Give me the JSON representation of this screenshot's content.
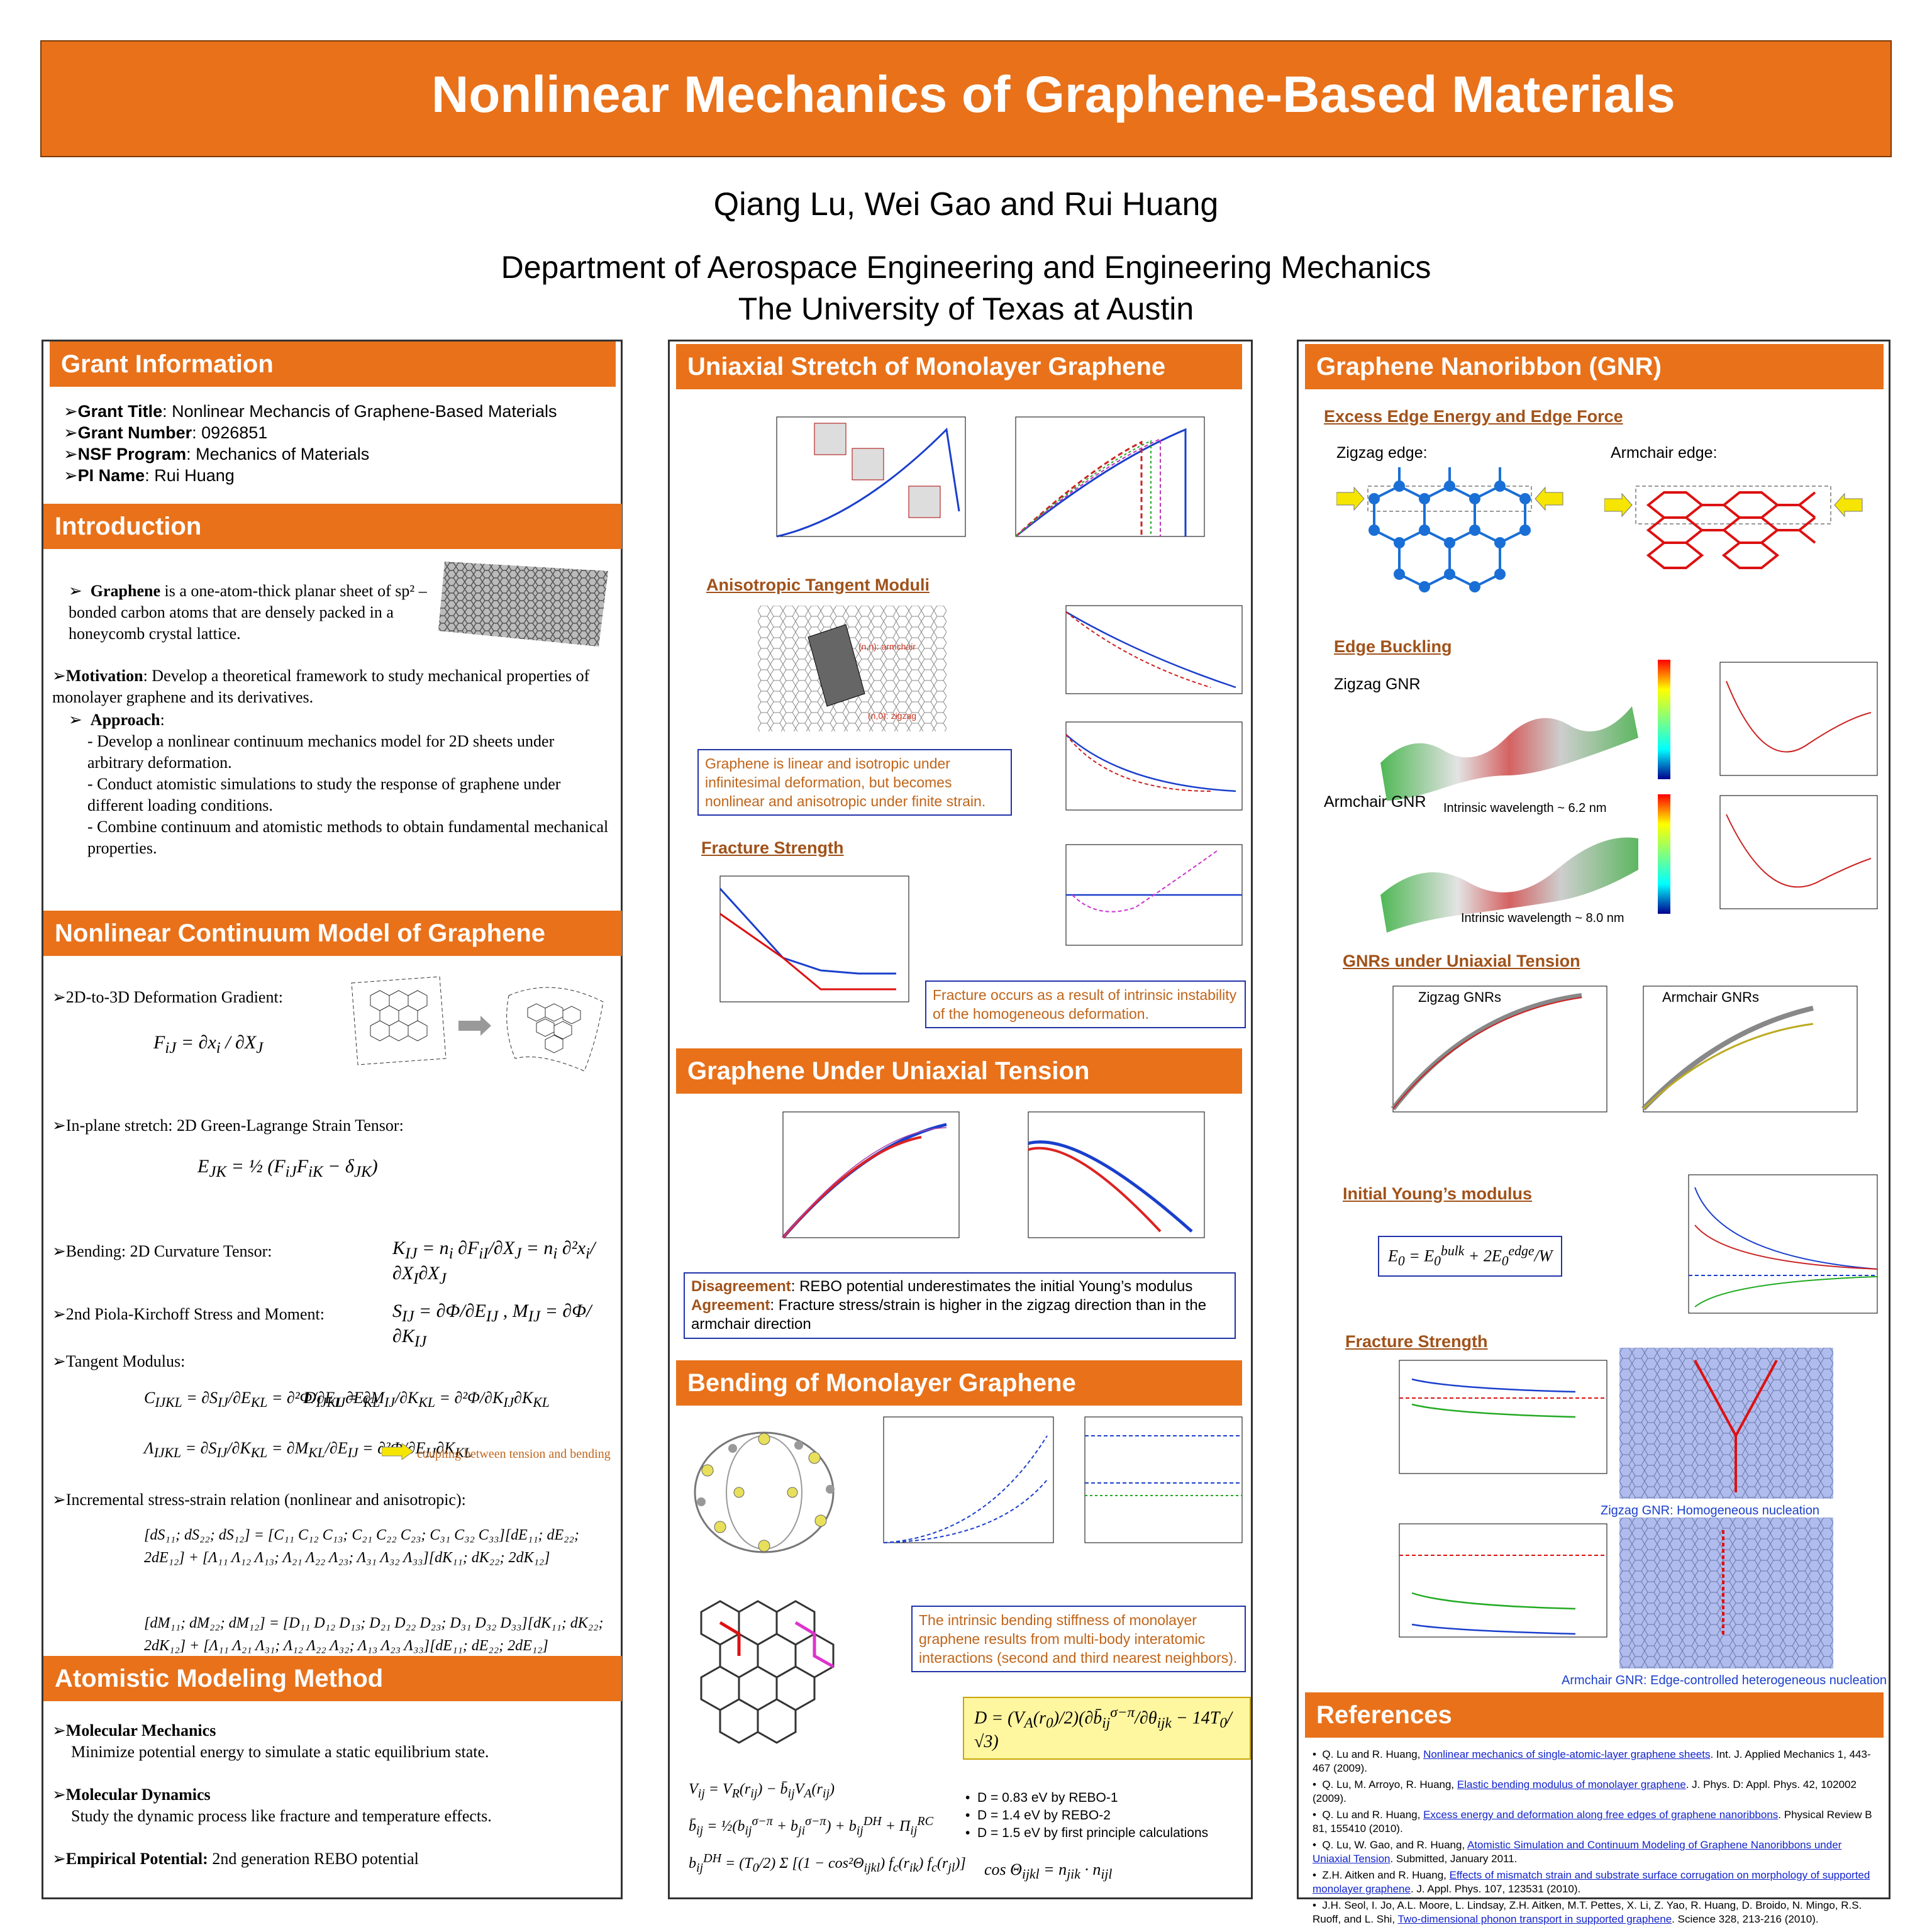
{
  "title": "Nonlinear Mechanics of Graphene-Based Materials",
  "authors": "Qiang Lu, Wei Gao and Rui Huang",
  "dept_line1": "Department of Aerospace Engineering and Engineering Mechanics",
  "dept_line2": "The University of Texas at Austin",
  "grant": {
    "heading": "Grant Information",
    "items": [
      {
        "label": "Grant Title",
        "value": ": Nonlinear Mechancis of Graphene-Based Materials"
      },
      {
        "label": "Grant Number",
        "value": ": 0926851"
      },
      {
        "label": "NSF Program",
        "value": ": Mechanics of Materials"
      },
      {
        "label": "PI Name",
        "value": ": Rui Huang"
      }
    ]
  },
  "intro": {
    "heading": "Introduction",
    "graphene_b": "Graphene",
    "graphene_t": " is a one-atom-thick planar sheet of sp² –bonded carbon atoms that are densely packed in a honeycomb crystal lattice.",
    "motivation_b": "Motivation",
    "motivation_t": ": Develop a theoretical framework to study mechanical properties of monolayer graphene and its derivatives.",
    "approach_b": "Approach",
    "approach_items": [
      "Develop a nonlinear continuum mechanics model for 2D sheets under arbitrary deformation.",
      "Conduct atomistic simulations to study the response of graphene under different loading conditions.",
      "Combine continuum and atomistic methods to obtain fundamental mechanical properties."
    ]
  },
  "continuum": {
    "heading": "Nonlinear Continuum Model of Graphene",
    "items": [
      "2D-to-3D Deformation Gradient:",
      "In-plane stretch: 2D Green-Lagrange Strain Tensor:",
      "Bending: 2D Curvature Tensor:",
      "2nd Piola-Kirchoff Stress and Moment:",
      "Tangent Modulus:",
      "Incremental stress-strain relation (nonlinear and anisotropic):"
    ],
    "coupling_note": "coupling between tension and bending"
  },
  "atomistic": {
    "heading": "Atomistic Modeling Method",
    "mm_b": "Molecular Mechanics",
    "mm_t": "Minimize potential energy to simulate a static equilibrium state.",
    "md_b": "Molecular Dynamics",
    "md_t": "Study the dynamic process like fracture and temperature effects.",
    "ep_b": "Empirical Potential:",
    "ep_t": " 2nd generation REBO potential"
  },
  "uniaxial": {
    "heading": "Uniaxial Stretch of Monolayer Graphene",
    "tangent_title": "Anisotropic Tangent Moduli",
    "armchair_lbl": "(n,n): armchair",
    "zigzag_lbl": "(n,0): zigzag",
    "note1": "Graphene is linear and isotropic under infinitesimal deformation, but becomes nonlinear and anisotropic under finite strain.",
    "fracture_title": "Fracture Strength",
    "note2": "Fracture occurs as a result of intrinsic instability of the homogeneous deformation."
  },
  "under_tension": {
    "heading": "Graphene Under Uniaxial Tension",
    "disagree_b": "Disagreement",
    "disagree_t": ": REBO potential underestimates the initial Young’s modulus",
    "agree_b": "Agreement",
    "agree_t": ": Fracture stress/strain is higher in the zigzag direction than in the armchair direction"
  },
  "bending": {
    "heading": "Bending of Monolayer Graphene",
    "note": "The intrinsic bending stiffness of monolayer graphene results from multi-body interatomic interactions (second and third nearest neighbors).",
    "values": [
      "D = 0.83 eV by REBO-1",
      "D = 1.4 eV by REBO-2",
      "D = 1.5 eV by first principle calculations"
    ]
  },
  "gnr": {
    "heading": "Graphene Nanoribbon (GNR)",
    "edge_energy_title": "Excess Edge Energy and Edge Force",
    "zigzag_edge": "Zigzag edge:",
    "armchair_edge": "Armchair edge:",
    "buckling_title": "Edge Buckling",
    "zigzag_gnr": "Zigzag GNR",
    "armchair_gnr": "Armchair GNR",
    "wavelength_z": "Intrinsic wavelength ~ 6.2 nm",
    "wavelength_a": "Intrinsic wavelength ~ 8.0 nm",
    "tension_title": "GNRs under Uniaxial Tension",
    "zig_gnrs": "Zigzag GNRs",
    "arm_gnrs": "Armchair GNRs",
    "young_title": "Initial Young’s modulus",
    "fracture_title": "Fracture Strength",
    "zig_nucleation": "Zigzag GNR: Homogeneous nucleation",
    "arm_nucleation": "Armchair GNR: Edge-controlled heterogeneous nucleation"
  },
  "references": {
    "heading": "References",
    "items": [
      {
        "pre": "Q. Lu and R. Huang, ",
        "link": "Nonlinear mechanics of single-atomic-layer graphene sheets",
        "post": ". Int. J. Applied Mechanics 1, 443-467 (2009)."
      },
      {
        "pre": "Q. Lu, M. Arroyo, R. Huang, ",
        "link": "Elastic bending modulus of monolayer graphene",
        "post": ". J. Phys. D: Appl. Phys. 42, 102002 (2009)."
      },
      {
        "pre": "Q. Lu and R. Huang, ",
        "link": "Excess energy and deformation along free edges of graphene nanoribbons",
        "post": ". Physical Review B 81, 155410 (2010)."
      },
      {
        "pre": "Q. Lu, W. Gao, and R. Huang, ",
        "link": "Atomistic Simulation and Continuum Modeling of Graphene Nanoribbons under Uniaxial Tension",
        "post": ". Submitted, January 2011."
      },
      {
        "pre": "Z.H. Aitken and R. Huang, ",
        "link": "Effects of mismatch strain and substrate surface corrugation on morphology of supported monolayer graphene",
        "post": ". J. Appl. Phys. 107, 123531 (2010)."
      },
      {
        "pre": "J.H. Seol, I. Jo, A.L. Moore, L. Lindsay, Z.H. Aitken, M.T. Pettes, X. Li, Z. Yao, R. Huang, D. Broido, N. Mingo, R.S. Ruoff, and L. Shi, ",
        "link": "Two-dimensional phonon transport in supported graphene",
        "post": ". Science 328, 213-216 (2010)."
      }
    ]
  },
  "colors": {
    "accent": "#e8711a",
    "note_border": "#2233aa",
    "subtitle": "#a0521a"
  }
}
